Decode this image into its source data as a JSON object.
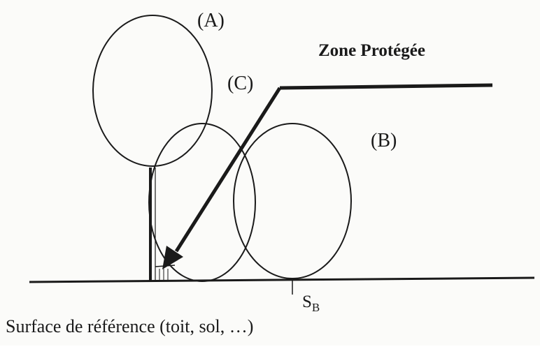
{
  "labels": {
    "a": "(A)",
    "b": "(B)",
    "c": "(C)",
    "zone": "Zone Protégée",
    "sb_main": "S",
    "sb_sub": "B",
    "surface": "Surface de référence (toit, sol, …)"
  },
  "colors": {
    "ink": "#1a1a1a",
    "paper": "#fbfbf9"
  }
}
